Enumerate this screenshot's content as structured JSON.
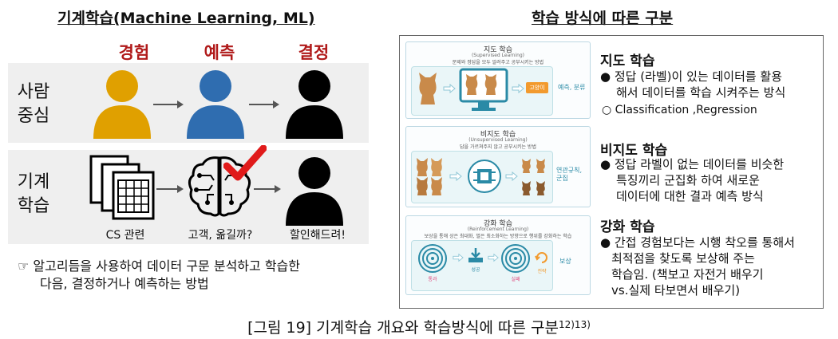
{
  "left": {
    "title": "기계학습(Machine Learning, ML)",
    "col_heads": [
      "경험",
      "예측",
      "결정"
    ],
    "rows": [
      {
        "label_line1": "사람",
        "label_line2": "중심"
      },
      {
        "label_line1": "기계",
        "label_line2": "학습"
      }
    ],
    "captions": {
      "data": "CS 관련",
      "predict": "고객, 옮길까?",
      "decide": "할인해드려!"
    },
    "note_icon": "pointing-hand-icon",
    "note_line1": "☞ 알고리듬을 사용하여 데이터 구문 분석하고 학습한",
    "note_line2": "다음, 결정하거나 예측하는 방법"
  },
  "right": {
    "title": "학습 방식에 따른 구분",
    "supervised": {
      "thumb_title": "지도 학습",
      "thumb_sub": "(Supervised Learning)",
      "thumb_desc": "문제와 정답을 모두 알려주고 공부시키는 방법",
      "thumb_badge": "고양이",
      "thumb_side": "예측, 분류",
      "heading": "지도 학습",
      "bullet_line1": "● 정답 (라벨)이 있는 데이터를 활용",
      "bullet_line2": "해서 데이터를 학습 시켜주는 방식",
      "sub": "○  Classification ,Regression"
    },
    "unsupervised": {
      "thumb_title": "비지도 학습",
      "thumb_sub": "(Unsupervised Learning)",
      "thumb_desc": "답을 가르쳐주지 않고 공부시키는 방법",
      "thumb_side_line1": "연관규칙,",
      "thumb_side_line2": "군집",
      "heading": "비지도 학습",
      "bullet_line1": "● 정답 라벨이 없는 데이터를 비슷한",
      "bullet_line2": "특징끼리 군집화 하여 새로운",
      "bullet_line3": "데이터에 대한 결과 예측 방식"
    },
    "reinforcement": {
      "thumb_title": "강화 학습",
      "thumb_sub": "(Reinforcement Learning)",
      "thumb_desc": "보상을 통해 상은 최대화, 벌은 최소화하는 방향으로 행위를 강화하는 학습",
      "thumb_lbl_1": "통과",
      "thumb_lbl_2": "성공",
      "thumb_lbl_3": "실패",
      "thumb_lbl_4": "전략",
      "thumb_side": "보상",
      "heading": "강화 학습",
      "bullet_line1": "● 간접 경험보다는 시행 착오를 통해서",
      "bullet_line2": "최적점을 찾도록 보상해 주는",
      "bullet_line3": "학습임. (책보고 자전거 배우기",
      "bullet_line4": "vs.실제 타보면서 배우기)"
    }
  },
  "caption": {
    "text": "[그림 19] 기계학습 개요와 학습방식에 따른 구분",
    "refs": "12)13)"
  },
  "colors": {
    "accent_red": "#b01a1a",
    "person_gold": "#e0a000",
    "person_blue": "#2f6db0",
    "person_black": "#000000",
    "check_red": "#e01a1a",
    "thumb_teal": "#2a8aa6",
    "badge_orange": "#f29a2e"
  }
}
